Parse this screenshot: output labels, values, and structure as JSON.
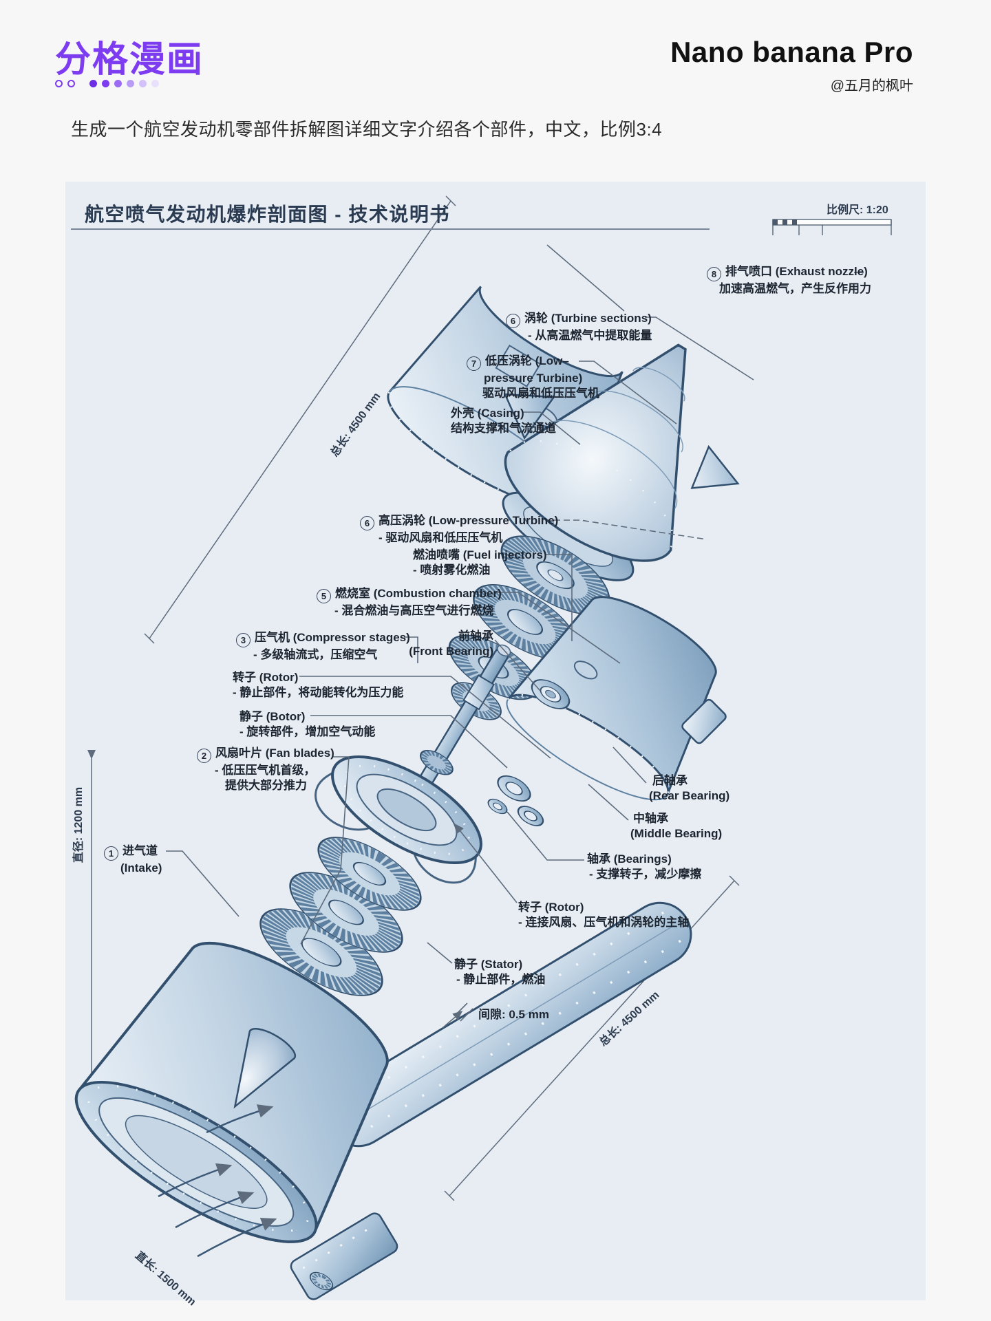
{
  "header": {
    "logo": "分格漫画",
    "brand": "Nano banana Pro",
    "handle": "@五月的枫叶",
    "accent_color": "#7d3cf0"
  },
  "prompt": "生成一个航空发动机零部件拆解图详细文字介绍各个部件，中文，比例3:4",
  "blueprint": {
    "title": "航空喷气发动机爆炸剖面图 - 技术说明书",
    "scale_label": "比例尺: 1:20",
    "labels": {
      "exhaust_nozzle": {
        "num": "8",
        "l1": "排气喷口 (Exhaust nozzle)",
        "l2": "加速高温燃气，产生反作用力"
      },
      "turbine_sections": {
        "num": "6",
        "l1": "涡轮 (Turbine sections)",
        "l2": "- 从高温燃气中提取能量"
      },
      "lp_turbine": {
        "num": "7",
        "l1": "低压涡轮 (Low–",
        "l2": "pressure Turbine)",
        "l3": "驱动风扇和低压压气机"
      },
      "casing": {
        "l1": "外壳 (Casing)",
        "l2": "结构支撑和气流通道"
      },
      "hp_turbine": {
        "num": "6",
        "l1": "高压涡轮 (Low-pressure Turbine)",
        "l2": "- 驱动风扇和低压压气机"
      },
      "fuel_injectors": {
        "l1": "燃油喷嘴 (Fuel injectors)",
        "l2": "- 喷射雾化燃油"
      },
      "combustion_chamber": {
        "num": "5",
        "l1": "燃烧室 (Combustion chamber)",
        "l2": "- 混合燃油与高压空气进行燃烧"
      },
      "compressor": {
        "num": "3",
        "l1": "压气机 (Compressor stages)",
        "l2": "- 多级轴流式，压缩空气"
      },
      "rotor_1": {
        "l1": "转子 (Rotor)",
        "l2": "- 静止部件，将动能转化为压力能"
      },
      "stator_1": {
        "l1": "静子 (Botor)",
        "l2": "- 旋转部件，增加空气动能"
      },
      "front_bearing": {
        "l1": "前轴承",
        "l2": "(Front Bearing)"
      },
      "fan_blades": {
        "num": "2",
        "l1": "风扇叶片 (Fan blades)",
        "l2": "- 低压压气机首级，",
        "l3": "提供大部分推力"
      },
      "rear_bearing": {
        "l1": "后轴承",
        "l2": "(Rear Bearing)"
      },
      "middle_bearing": {
        "l1": "中轴承",
        "l2": "(Middle Bearing)"
      },
      "bearings": {
        "l1": "轴承 (Bearings)",
        "l2": "- 支撑转子，减少摩擦"
      },
      "rotor_2": {
        "l1": "转子 (Rotor)",
        "l2": "- 连接风扇、压气机和涡轮的主轴"
      },
      "intake": {
        "num": "1",
        "l1": "进气道",
        "l2": "(Intake)"
      },
      "stator_2": {
        "l1": "静子 (Stator)",
        "l2": "- 静止部件，燃油"
      },
      "gap": {
        "l1": "间隙: 0.5 mm"
      }
    },
    "dimensions": {
      "total_length_left": "总长: 4500 mm",
      "total_length_right": "总长: 4500 mm",
      "diameter": "直径: 1200 mm",
      "duct_length": "直长: 1500 mm"
    }
  }
}
